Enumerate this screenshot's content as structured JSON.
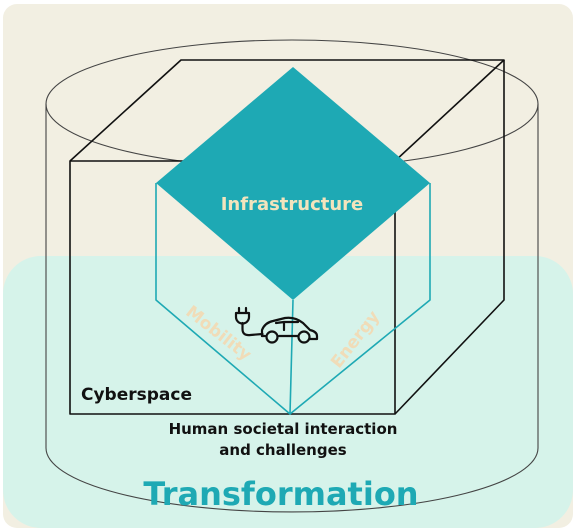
{
  "labels": {
    "infrastructure": "Infrastructure",
    "mobility": "Mobility",
    "energy": "Energy",
    "cyberspace": "Cyberspace",
    "human_line1": "Human societal interaction",
    "human_line2": "and challenges",
    "transformation": "Transformation"
  },
  "icons": {
    "center": "ev-car-plug-icon"
  },
  "colors": {
    "background": "#f2efe2",
    "band": "#d6f3ea",
    "teal": "#1ea9b4",
    "label_warm": "#f3e4bd",
    "line": "#111111"
  }
}
